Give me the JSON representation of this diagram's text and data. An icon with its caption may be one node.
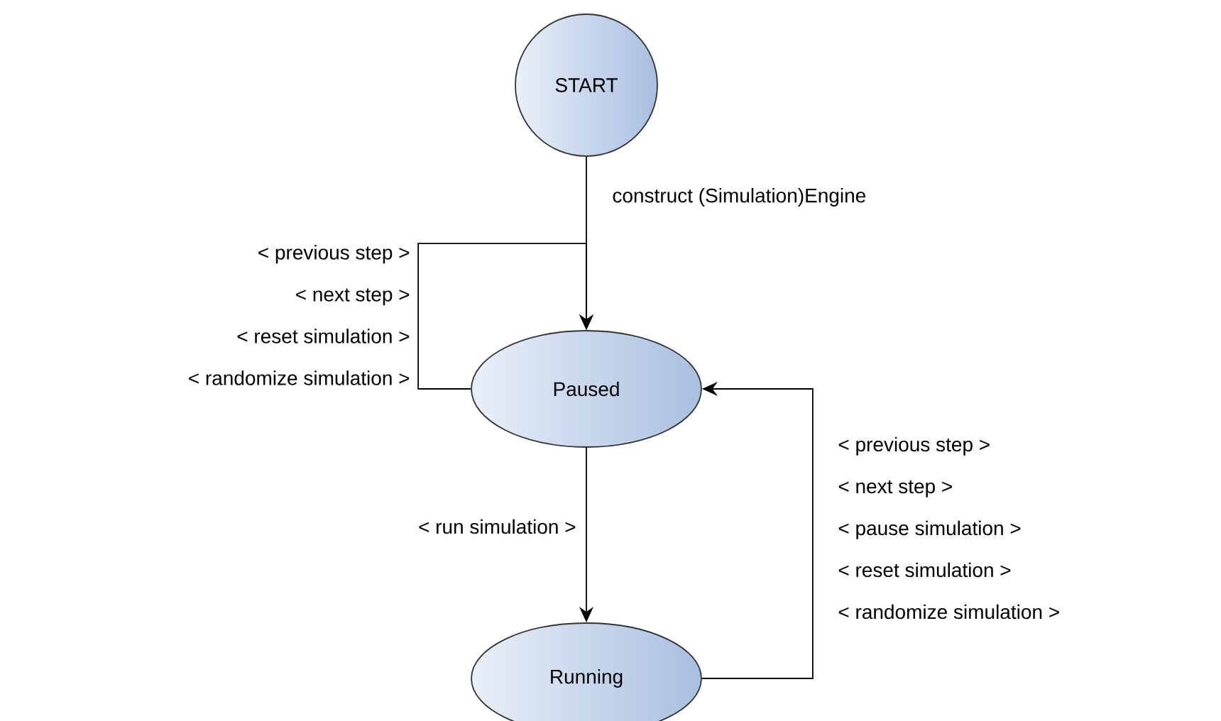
{
  "diagram": {
    "nodes": [
      {
        "text": [
          "START"
        ]
      },
      {
        "text": [
          "Paused"
        ]
      },
      {
        "text": [
          "Running"
        ]
      }
    ],
    "edges": [
      {
        "from": 0,
        "to": 1,
        "arrow": "to",
        "label": "construct (Simulation)Engine"
      },
      {
        "from": 1,
        "to": 1,
        "arrow": "to",
        "label": "< previous step > < next step > < reset simulation > < randomize simulation >"
      },
      {
        "from": 1,
        "to": 2,
        "arrow": "to",
        "label": "< run simulation >"
      },
      {
        "from": 2,
        "to": 1,
        "arrow": "to",
        "label": "< previous step > < next step > < pause simulation > < reset simulation > < randomize simulation >"
      }
    ]
  }
}
